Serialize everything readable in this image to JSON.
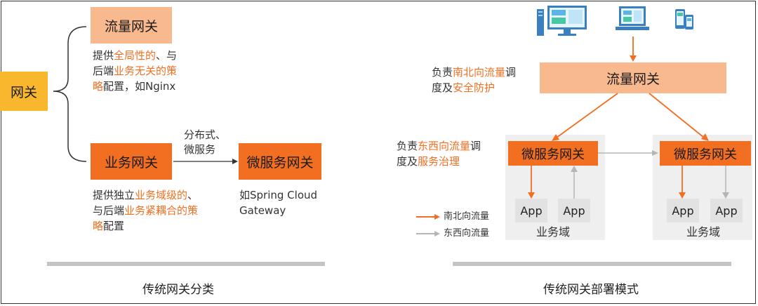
{
  "left": {
    "gateway": "网关",
    "traffic_gateway": "流量网关",
    "traffic_desc": {
      "l1a": "提供",
      "l1b": "全局性的",
      "l1c": "、与",
      "l2a": "后端",
      "l2b": "业务无关的策",
      "l3a": "略",
      "l3b": "配置，如Nginx"
    },
    "business_gateway": "业务网关",
    "business_desc": {
      "l1a": "提供独立",
      "l1b": "业务域级的",
      "l1c": "、",
      "l2a": "与后端",
      "l2b": "业务紧耦合的策",
      "l3a": "略",
      "l3b": "配置"
    },
    "arrow_label_1": "分布式、",
    "arrow_label_2": "微服务",
    "micro_gateway": "微服务网关",
    "micro_example_1": "如Spring Cloud",
    "micro_example_2": "Gateway",
    "caption": "传统网关分类"
  },
  "right": {
    "ns_desc": {
      "l1a": "负责",
      "l1b": "南北向流量",
      "l1c": "调",
      "l2a": "度及",
      "l2b": "安全防护"
    },
    "traffic_gateway": "流量网关",
    "ew_desc": {
      "l1a": "负责",
      "l1b": "东西向流量",
      "l1c": "调",
      "l2a": "度及",
      "l2b": "服务治理"
    },
    "domains": [
      {
        "gateway": "微服务网关",
        "app1": "App",
        "app2": "App",
        "label": "业务域"
      },
      {
        "gateway": "微服务网关",
        "app1": "App",
        "app2": "App",
        "label": "业务域"
      }
    ],
    "legend": {
      "ns": "南北向流量",
      "ew": "东西向流量"
    },
    "caption": "传统网关部署模式"
  },
  "colors": {
    "orange": "#f26f21",
    "light_orange": "#f9b98f",
    "yellow": "#f8b72c",
    "gray_arrow": "#b5b5b5",
    "panel": "#efefef"
  }
}
